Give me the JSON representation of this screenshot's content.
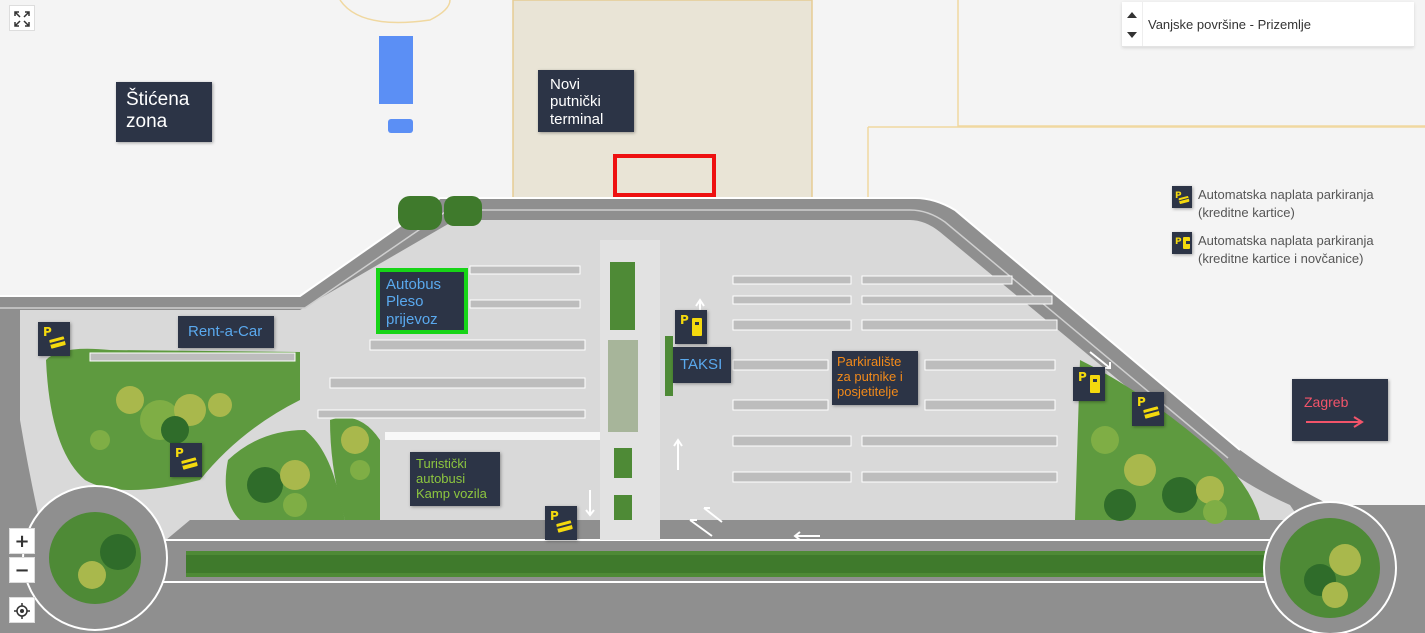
{
  "labels": {
    "secure_zone": "Štićena zona",
    "new_terminal": "Novi putnički terminal",
    "bus": "Autobus Pleso prijevoz",
    "rent_a_car": "Rent-a-Car",
    "taxi": "TAKSI",
    "tourist_buses": "Turistički autobusi Kamp vozila",
    "parking": "Parkiralište za putnike i posjetitelje",
    "zagreb": "Zagreb"
  },
  "legend": {
    "item1": "Automatska naplata parkiranja (kreditne kartice)",
    "item2": "Automatska naplata parkiranja (kreditne kartice i novčanice)"
  },
  "floor_selector": {
    "value": "Vanjske površine - Prizemlje"
  },
  "controls": {
    "zoom_in": "+",
    "zoom_out": "−"
  },
  "colors": {
    "label_bg": "#2c3446",
    "bus_label": "#5aa9ee",
    "tourist_label": "#8dc63f",
    "parking_label": "#f28a1a",
    "zagreb_label": "#f2546a",
    "highlight_bus": "#17d417",
    "highlight_terminal": "#ee1111",
    "grass": "#4e8a36",
    "road": "#8e8e8e"
  },
  "icons": {
    "fullscreen": "expand-icon",
    "locate": "locate-icon",
    "pay_card": "parking-card-payment-icon",
    "pay_card_cash": "parking-card-cash-payment-icon"
  }
}
